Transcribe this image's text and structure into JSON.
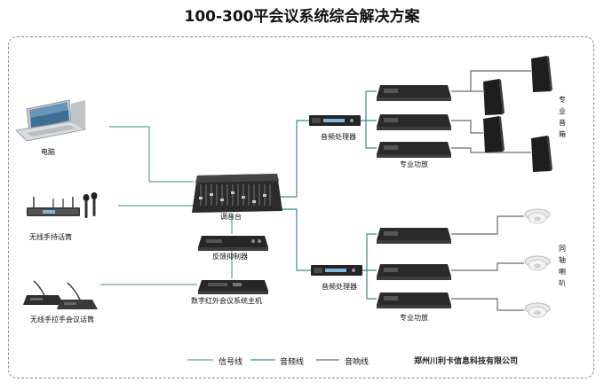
{
  "title": "100-300平会议系统综合解决方案",
  "devices": {
    "computer": "电脑",
    "wireless_handheld": "无线手持话筒",
    "wireless_gooseneck": "无线手拉手会议话筒",
    "mixer": "调音台",
    "feedback_suppressor": "反馈抑制器",
    "ir_host": "数字红外会议系统主机",
    "processor_top": "音频处理器",
    "processor_bottom": "音频处理器",
    "amp_top": "专业功放",
    "amp_bottom": "专业功放",
    "speakers_label": [
      "专",
      "业",
      "音",
      "箱"
    ],
    "ceiling_label": [
      "同",
      "轴",
      "喇",
      "叭"
    ]
  },
  "legend": {
    "signal": "信号线",
    "audio": "音频线",
    "sound": "音响线"
  },
  "company": "郑州川利卡信息科技有限公司",
  "colors": {
    "signal_line": "#5aa68a",
    "audio_line": "#3c8a8c",
    "sound_line": "#6a6a6a",
    "device_dark": "#2a2a2a"
  }
}
